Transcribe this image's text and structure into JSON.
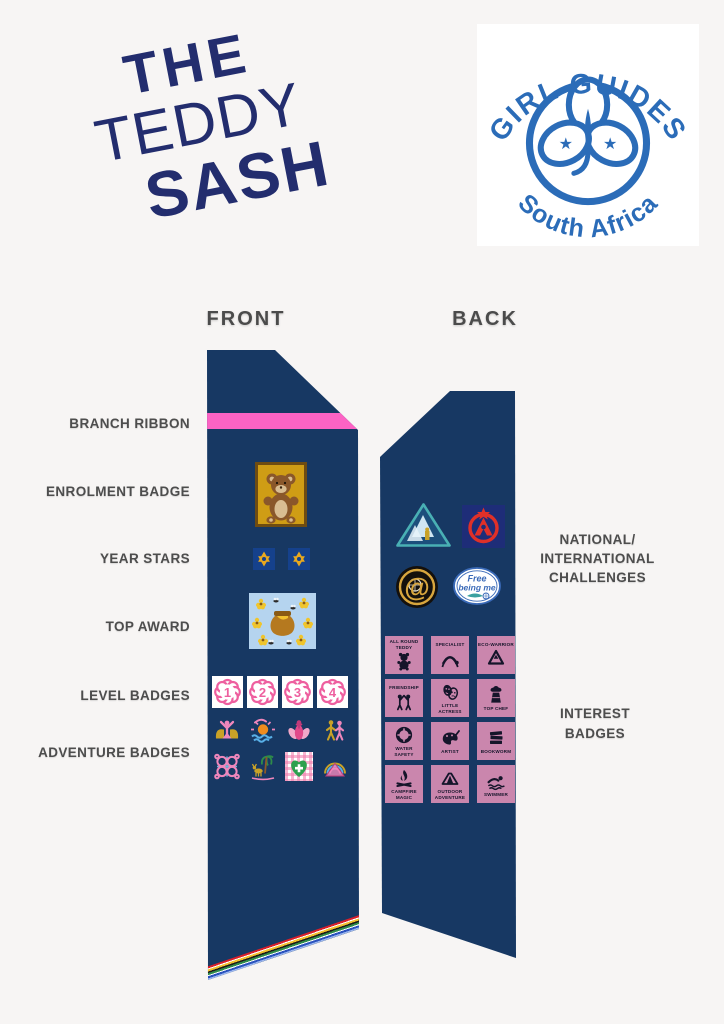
{
  "title": {
    "line1": "THE",
    "line2": "TEDDY",
    "line3": "SASH",
    "color": "#232d6e"
  },
  "logo": {
    "arc_top": "GIRL GUIDES",
    "arc_bottom": "South Africa",
    "color": "#2b6cb8",
    "icon": "wagggs-trefoil-icon"
  },
  "headers": {
    "front": "FRONT",
    "back": "BACK"
  },
  "front_labels": {
    "branch_ribbon": "BRANCH RIBBON",
    "enrolment_badge": "ENROLMENT BADGE",
    "year_stars": "YEAR STARS",
    "top_award": "TOP AWARD",
    "level_badges": "LEVEL BADGES",
    "adventure_badges": "ADVENTURE BADGES"
  },
  "back_labels": {
    "national": [
      "NATIONAL/",
      "INTERNATIONAL",
      "CHALLENGES"
    ],
    "interest": [
      "INTEREST",
      "BADGES"
    ]
  },
  "front_sash": {
    "sash_color": "#173863",
    "branch_ribbon_color": "#fc63c4",
    "level_numbers": [
      "1",
      "2",
      "3",
      "4"
    ],
    "badges": {
      "enrolment": "teddy-bear-badge",
      "year_stars": [
        "gold-star-badge",
        "gold-star-badge"
      ],
      "top_award": "honey-pot-badge",
      "adventure": [
        "phoenix-wings-badge",
        "sun-over-sea-badge",
        "lotus-badge",
        "walking-friends-badge",
        "celtic-knot-badge",
        "wildlife-tree-badge",
        "first-aid-heart-badge",
        "rainbow-badge"
      ]
    }
  },
  "back_sash": {
    "badge_color": "#ca86ad",
    "national_badges": [
      "mountain-triangle-badge",
      "red-emblem-badge",
      "at-symbol-badge",
      "free-being-me-badge"
    ],
    "free_being_me": {
      "line1": "Free",
      "line2": "being me"
    },
    "interest_badges": [
      {
        "label": "ALL ROUND TEDDY",
        "icon": "teddy-bear-icon"
      },
      {
        "label": "SPECIALIST",
        "icon": "gymnast-icon"
      },
      {
        "label": "ECO-WARRIOR",
        "icon": "recycle-icon"
      },
      {
        "label": "FRIENDSHIP",
        "icon": "high-five-icon"
      },
      {
        "label": "LITTLE ACTRESS",
        "icon": "theatre-masks-icon"
      },
      {
        "label": "TOP CHEF",
        "icon": "chef-icon"
      },
      {
        "label": "WATER SAFETY",
        "icon": "life-ring-icon"
      },
      {
        "label": "ARTIST",
        "icon": "palette-icon"
      },
      {
        "label": "BOOKWORM",
        "icon": "books-icon"
      },
      {
        "label": "CAMPFIRE MAGIC",
        "icon": "campfire-icon"
      },
      {
        "label": "OUTDOOR ADVENTURE",
        "icon": "tent-icon"
      },
      {
        "label": "SWIMMER",
        "icon": "swimmer-icon"
      }
    ]
  }
}
